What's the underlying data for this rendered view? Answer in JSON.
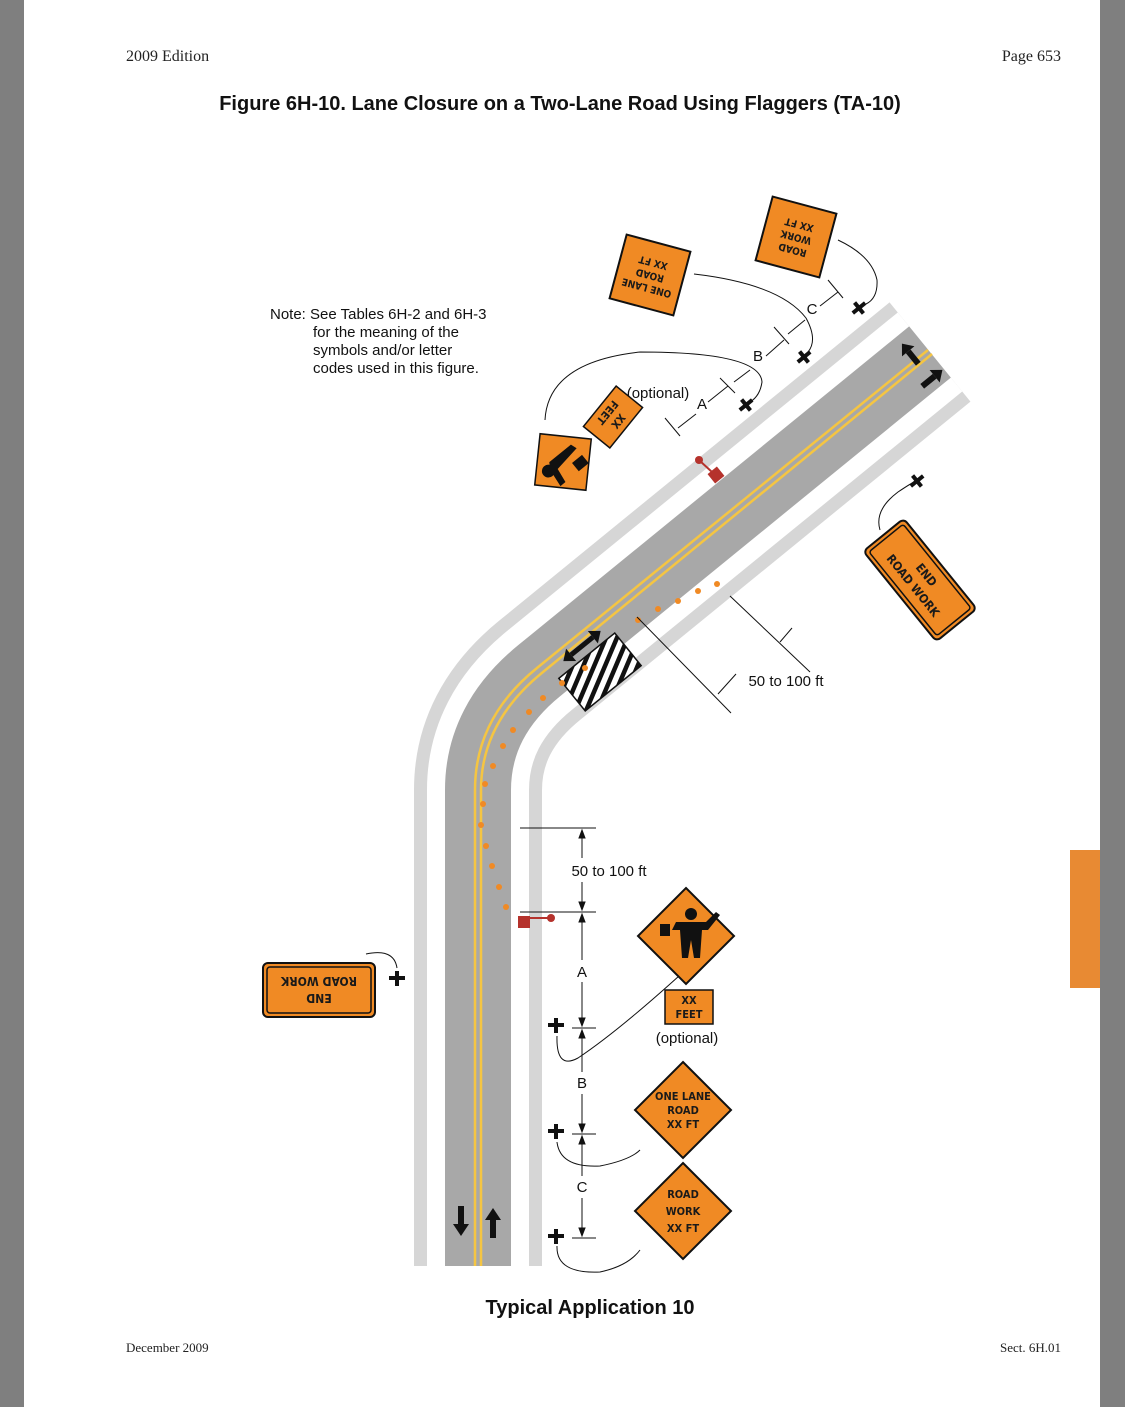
{
  "header": {
    "edition": "2009 Edition",
    "page": "Page 653"
  },
  "footer": {
    "date": "December 2009",
    "section": "Sect. 6H.01"
  },
  "figure": {
    "title": "Figure 6H-10.  Lane Closure on a Two-Lane Road Using Flaggers (TA-10)",
    "caption": "Typical Application 10",
    "note": {
      "lead": "Note: See Tables 6H-2 and 6H-3",
      "lines": [
        "for the meaning of the",
        "symbols and/or letter",
        "codes used in this figure."
      ]
    },
    "dimensions": {
      "buffer": "50 to 100 ft",
      "a": "A",
      "b": "B",
      "c": "C",
      "optional": "(optional)"
    },
    "signs": {
      "road_work": [
        "ROAD",
        "WORK",
        "XX FT"
      ],
      "one_lane": [
        "ONE LANE",
        "ROAD",
        "XX FT"
      ],
      "xx_feet": [
        "XX",
        "FEET"
      ],
      "end_road_work": [
        "END",
        "ROAD WORK"
      ],
      "flagger": "flagger-symbol"
    },
    "colors": {
      "sign_orange": "#f08a24",
      "road_gray": "#a8a8a8",
      "shoulder_gray": "#d6d6d6",
      "centerline_yellow": "#f5c542",
      "channelizer_orange": "#f08a24",
      "flag_red": "#b5322c",
      "tab_orange": "#e88a33"
    }
  }
}
